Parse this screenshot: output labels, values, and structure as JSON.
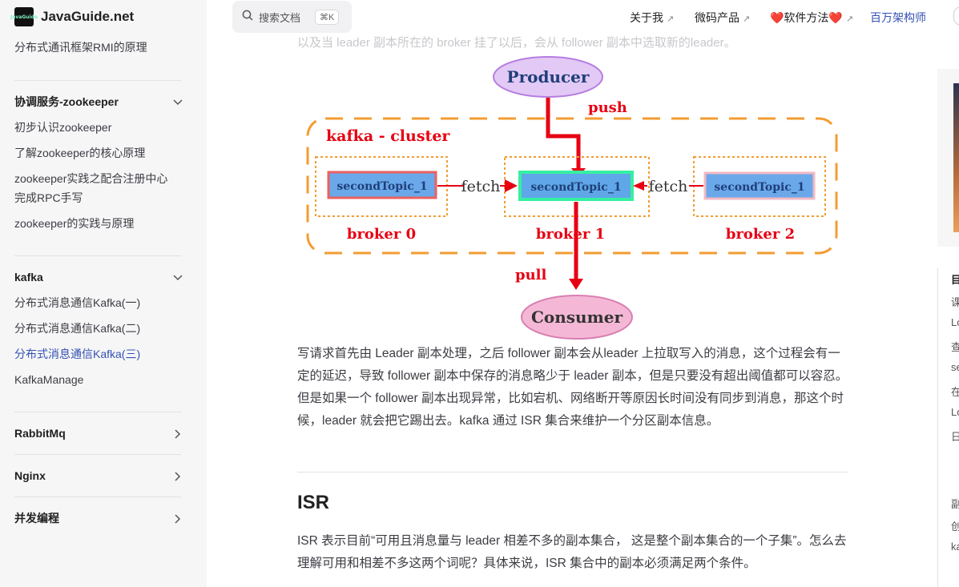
{
  "brand": {
    "logo_text": "JavaGuide",
    "name": "JavaGuide.net"
  },
  "search": {
    "label": "搜索文档",
    "shortcut": "⌘K"
  },
  "nav": {
    "about": "关于我",
    "product": "微码产品",
    "method": "❤️软件方法❤️",
    "architect": "百万架构师"
  },
  "sidebar": {
    "top_item": "分布式通讯框架RMI的原理",
    "zookeeper": {
      "title": "协调服务-zookeeper",
      "items": [
        "初步认识zookeeper",
        "了解zookeeper的核心原理",
        "zookeeper实践之配合注册中心完成RPC手写",
        "zookeeper的实践与原理"
      ]
    },
    "kafka": {
      "title": "kafka",
      "items": [
        "分布式消息通信Kafka(一)",
        "分布式消息通信Kafka(二)",
        "分布式消息通信Kafka(三)",
        "KafkaManage"
      ]
    },
    "rabbitmq": "RabbitMq",
    "nginx": "Nginx",
    "concurrency": "并发编程"
  },
  "content": {
    "faded_line": "以及当 leader 副本所在的 broker 挂了以后，会从 follower 副本中选取新的leader。",
    "diagram": {
      "producer": "Producer",
      "consumer": "Consumer",
      "push": "push",
      "pull": "pull",
      "cluster": "kafka - cluster",
      "topic": "secondTopic_1",
      "fetch": "fetch",
      "broker0": "broker 0",
      "broker1": "broker 1",
      "broker2": "broker 2"
    },
    "para1": " 写请求首先由 Leader 副本处理，之后 follower 副本会从leader 上拉取写入的消息，这个过程会有一定的延迟，导致 follower 副本中保存的消息略少于 leader 副本，但是只要没有超出阈值都可以容忍。但是如果一个 follower 副本出现异常，比如宕机、网络断开等原因长时间没有同步到消息，那这个时候，leader 就会把它踢出去。kafka 通过 ISR 集合来维护一个分区副本信息。",
    "heading": "ISR",
    "para2": " ISR 表示目前“可用且消息量与 leader 相差不多的副本集合， 这是整个副本集合的一个子集”。怎么去理解可用和相差不多这两个词呢？具体来说，ISR 集合中的副本必须满足两个条件。"
  },
  "toc": [
    "目",
    "课",
    "Lo",
    "查",
    "se",
    "在",
    "Lo",
    "日",
    "副",
    "创",
    "ka"
  ]
}
